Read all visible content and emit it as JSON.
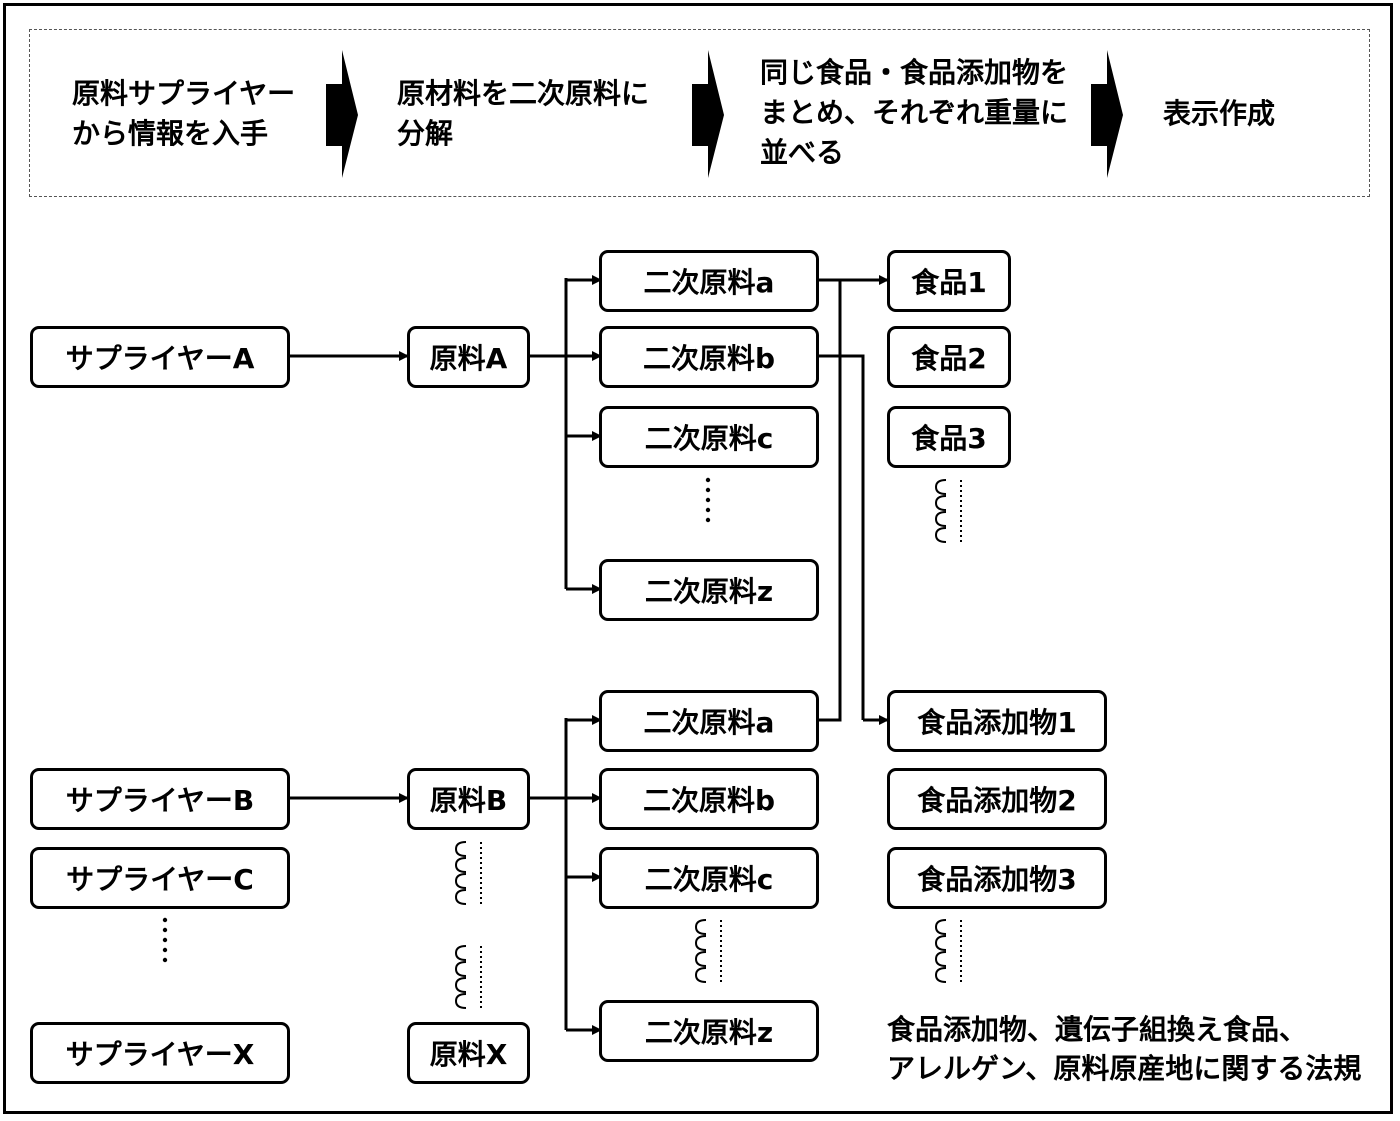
{
  "process_steps": [
    {
      "lines": [
        "原料サプライヤー",
        "から情報を入手"
      ]
    },
    {
      "lines": [
        "原材料を二次原料に",
        "分解"
      ]
    },
    {
      "lines": [
        "同じ食品・食品添加物を",
        "まとめ、それぞれ重量に",
        "並べる"
      ]
    },
    {
      "lines": [
        "表示作成"
      ]
    }
  ],
  "suppliers": {
    "a": "サプライヤーA",
    "b": "サプライヤーB",
    "c": "サプライヤーC",
    "x": "サプライヤーX"
  },
  "raw_materials": {
    "a": "原料A",
    "b": "原料B",
    "x": "原料X"
  },
  "secondary_upper": [
    "二次原料a",
    "二次原料b",
    "二次原料c",
    "二次原料z"
  ],
  "secondary_lower": [
    "二次原料a",
    "二次原料b",
    "二次原料c",
    "二次原料z"
  ],
  "foods": [
    "食品1",
    "食品2",
    "食品3"
  ],
  "additives": [
    "食品添加物1",
    "食品添加物2",
    "食品添加物3"
  ],
  "regulation_note": [
    "食品添加物、遺伝子組換え食品、",
    "アレルゲン、原料原産地に関する法規"
  ]
}
